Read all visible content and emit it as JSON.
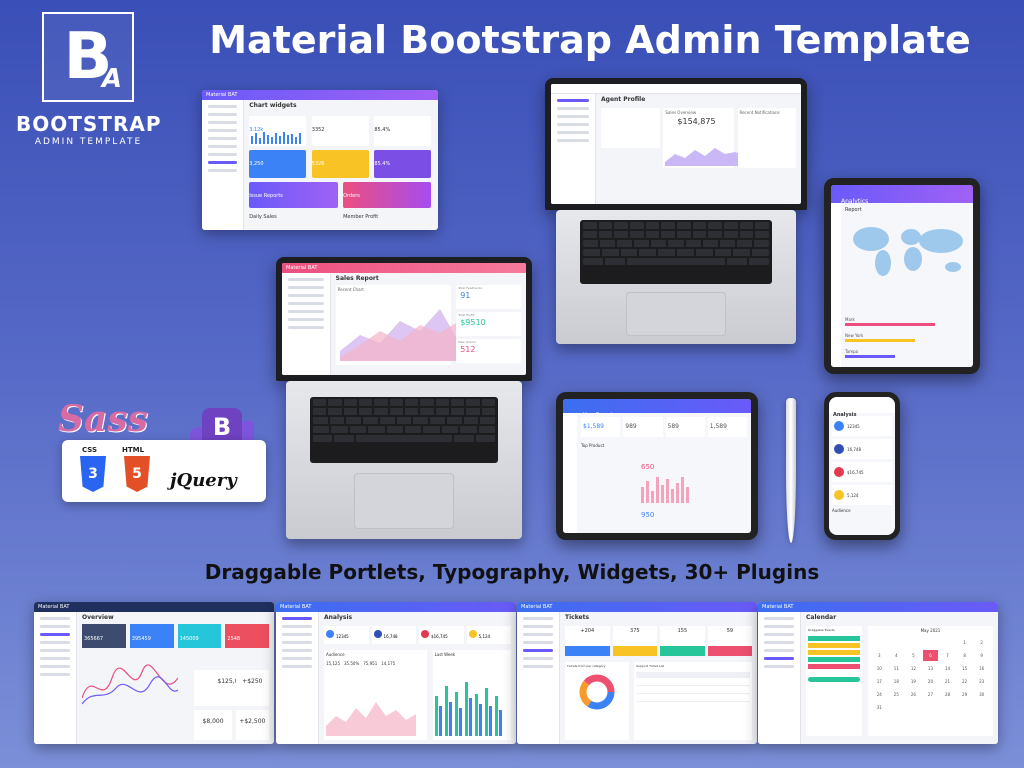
{
  "brand": {
    "logo_letter": "B",
    "logo_sub_letter": "A",
    "name": "BOOTSTRAP",
    "sub": "ADMIN TEMPLATE"
  },
  "title": "Material Bootstrap Admin Template",
  "subtitle": "Draggable Portlets, Typography, Widgets, 30+ Plugins",
  "tech": {
    "sass": "Sass",
    "css": "CSS",
    "css_num": "3",
    "html": "HTML",
    "html_num": "5",
    "jquery": "jQuery",
    "bootstrap": "B"
  },
  "screens": {
    "chart_widgets": {
      "app": "Material BAT",
      "title": "Chart widgets",
      "stats": [
        "3.12k",
        "3352",
        "85.4%",
        "3,250",
        "5326",
        "85.4%"
      ],
      "card_a": "Issue Reports",
      "card_b": "Orders",
      "foot_a": "Daily Sales",
      "foot_b": "Member Profit"
    },
    "agent_profile": {
      "title": "Agent Profile",
      "balance": "$154,875",
      "section": "Sales Overview",
      "notify": "Recent Notifications"
    },
    "sales_report": {
      "app": "Material BAT",
      "title": "Sales Report",
      "chart": "Recent Chart",
      "kpi_1": "91",
      "kpi_2": "$9510",
      "kpi_3": "512",
      "kpi_1_label": "Total Feedbacks",
      "kpi_2_label": "Total Profit",
      "kpi_3_label": "New Orders"
    },
    "analytics_tablet": {
      "title": "Analytics",
      "section": "Report",
      "legend": [
        "Mark",
        "New York",
        "Tampa"
      ]
    },
    "user_report": {
      "title": "User Report",
      "stats": [
        "$1,589",
        "989",
        "589",
        "1,589"
      ],
      "section": "Top Product",
      "values": [
        "650",
        "950"
      ]
    },
    "analysis_phone": {
      "title": "Analysis",
      "items": [
        "12345",
        "16,748",
        "$16,745",
        "5,124"
      ],
      "footer": "Audience"
    },
    "overview": {
      "app": "Material BAT",
      "title": "Overview",
      "values": [
        "365667",
        "395459",
        "145009",
        "2548"
      ],
      "price_a": "$125,000",
      "price_b": "+$250",
      "price_c": "$8,000",
      "price_d": "+$2,500"
    },
    "analysis": {
      "app": "Material BAT",
      "title": "Analysis",
      "values": [
        "12345",
        "16,748",
        "$16,745",
        "5,124"
      ],
      "section_a": "Audience",
      "section_b": "Last Week",
      "stats": [
        "15,125",
        "35.50%",
        "75,951",
        "14,175"
      ]
    },
    "tickets": {
      "app": "Material BAT",
      "title": "Tickets",
      "values": [
        "+204",
        "375",
        "155",
        "59"
      ],
      "section_a": "Tickets from per category",
      "section_b": "Support Ticket List"
    },
    "calendar": {
      "app": "Material BAT",
      "title": "Calendar",
      "section": "Draggable Events",
      "month": "May 2021",
      "days": [
        "1",
        "2",
        "3",
        "4",
        "5",
        "6",
        "7",
        "8",
        "9",
        "10",
        "11",
        "12",
        "13",
        "14",
        "15",
        "16",
        "17",
        "18",
        "19",
        "20",
        "21",
        "22",
        "23",
        "24",
        "25",
        "26",
        "27",
        "28",
        "29",
        "30",
        "31"
      ]
    }
  },
  "colors": {
    "accent": "#6a5af9",
    "pink": "#ec4f7f",
    "yellow": "#f7c325",
    "green": "#27c59a",
    "blue": "#3b82f6"
  }
}
